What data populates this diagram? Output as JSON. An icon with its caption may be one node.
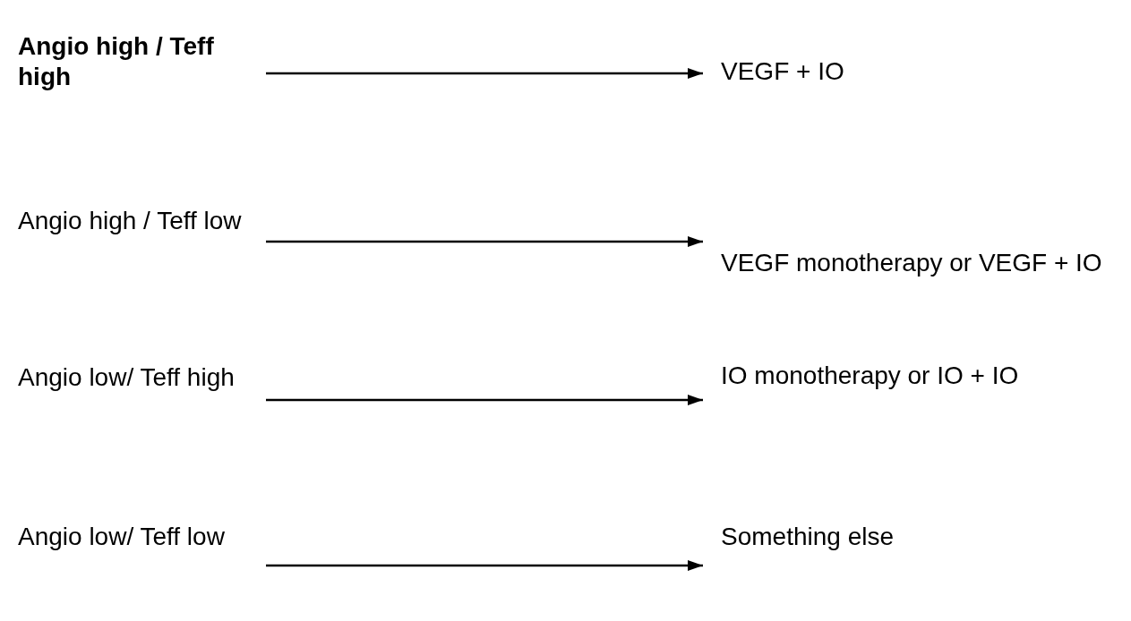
{
  "diagram": {
    "nodes": [
      {
        "text": [
          "Angio high / Teff high"
        ]
      },
      {
        "text": [
          "Angio high / Teff low"
        ]
      },
      {
        "text": [
          "Angio low/ Teff high"
        ]
      },
      {
        "text": [
          "Angio low/ Teff low"
        ]
      },
      {
        "text": [
          "VEGF + IO"
        ]
      },
      {
        "text": [
          "VEGF monotherapy or VEGF + IO"
        ]
      },
      {
        "text": [
          "IO monotherapy or IO + IO"
        ]
      },
      {
        "text": [
          "Something else"
        ]
      }
    ],
    "edges": [
      {
        "from": 0,
        "to": 4,
        "arrow": "to"
      },
      {
        "from": 1,
        "to": 5,
        "arrow": "to"
      },
      {
        "from": 2,
        "to": 6,
        "arrow": "to"
      },
      {
        "from": 3,
        "to": 7,
        "arrow": "to"
      }
    ]
  }
}
